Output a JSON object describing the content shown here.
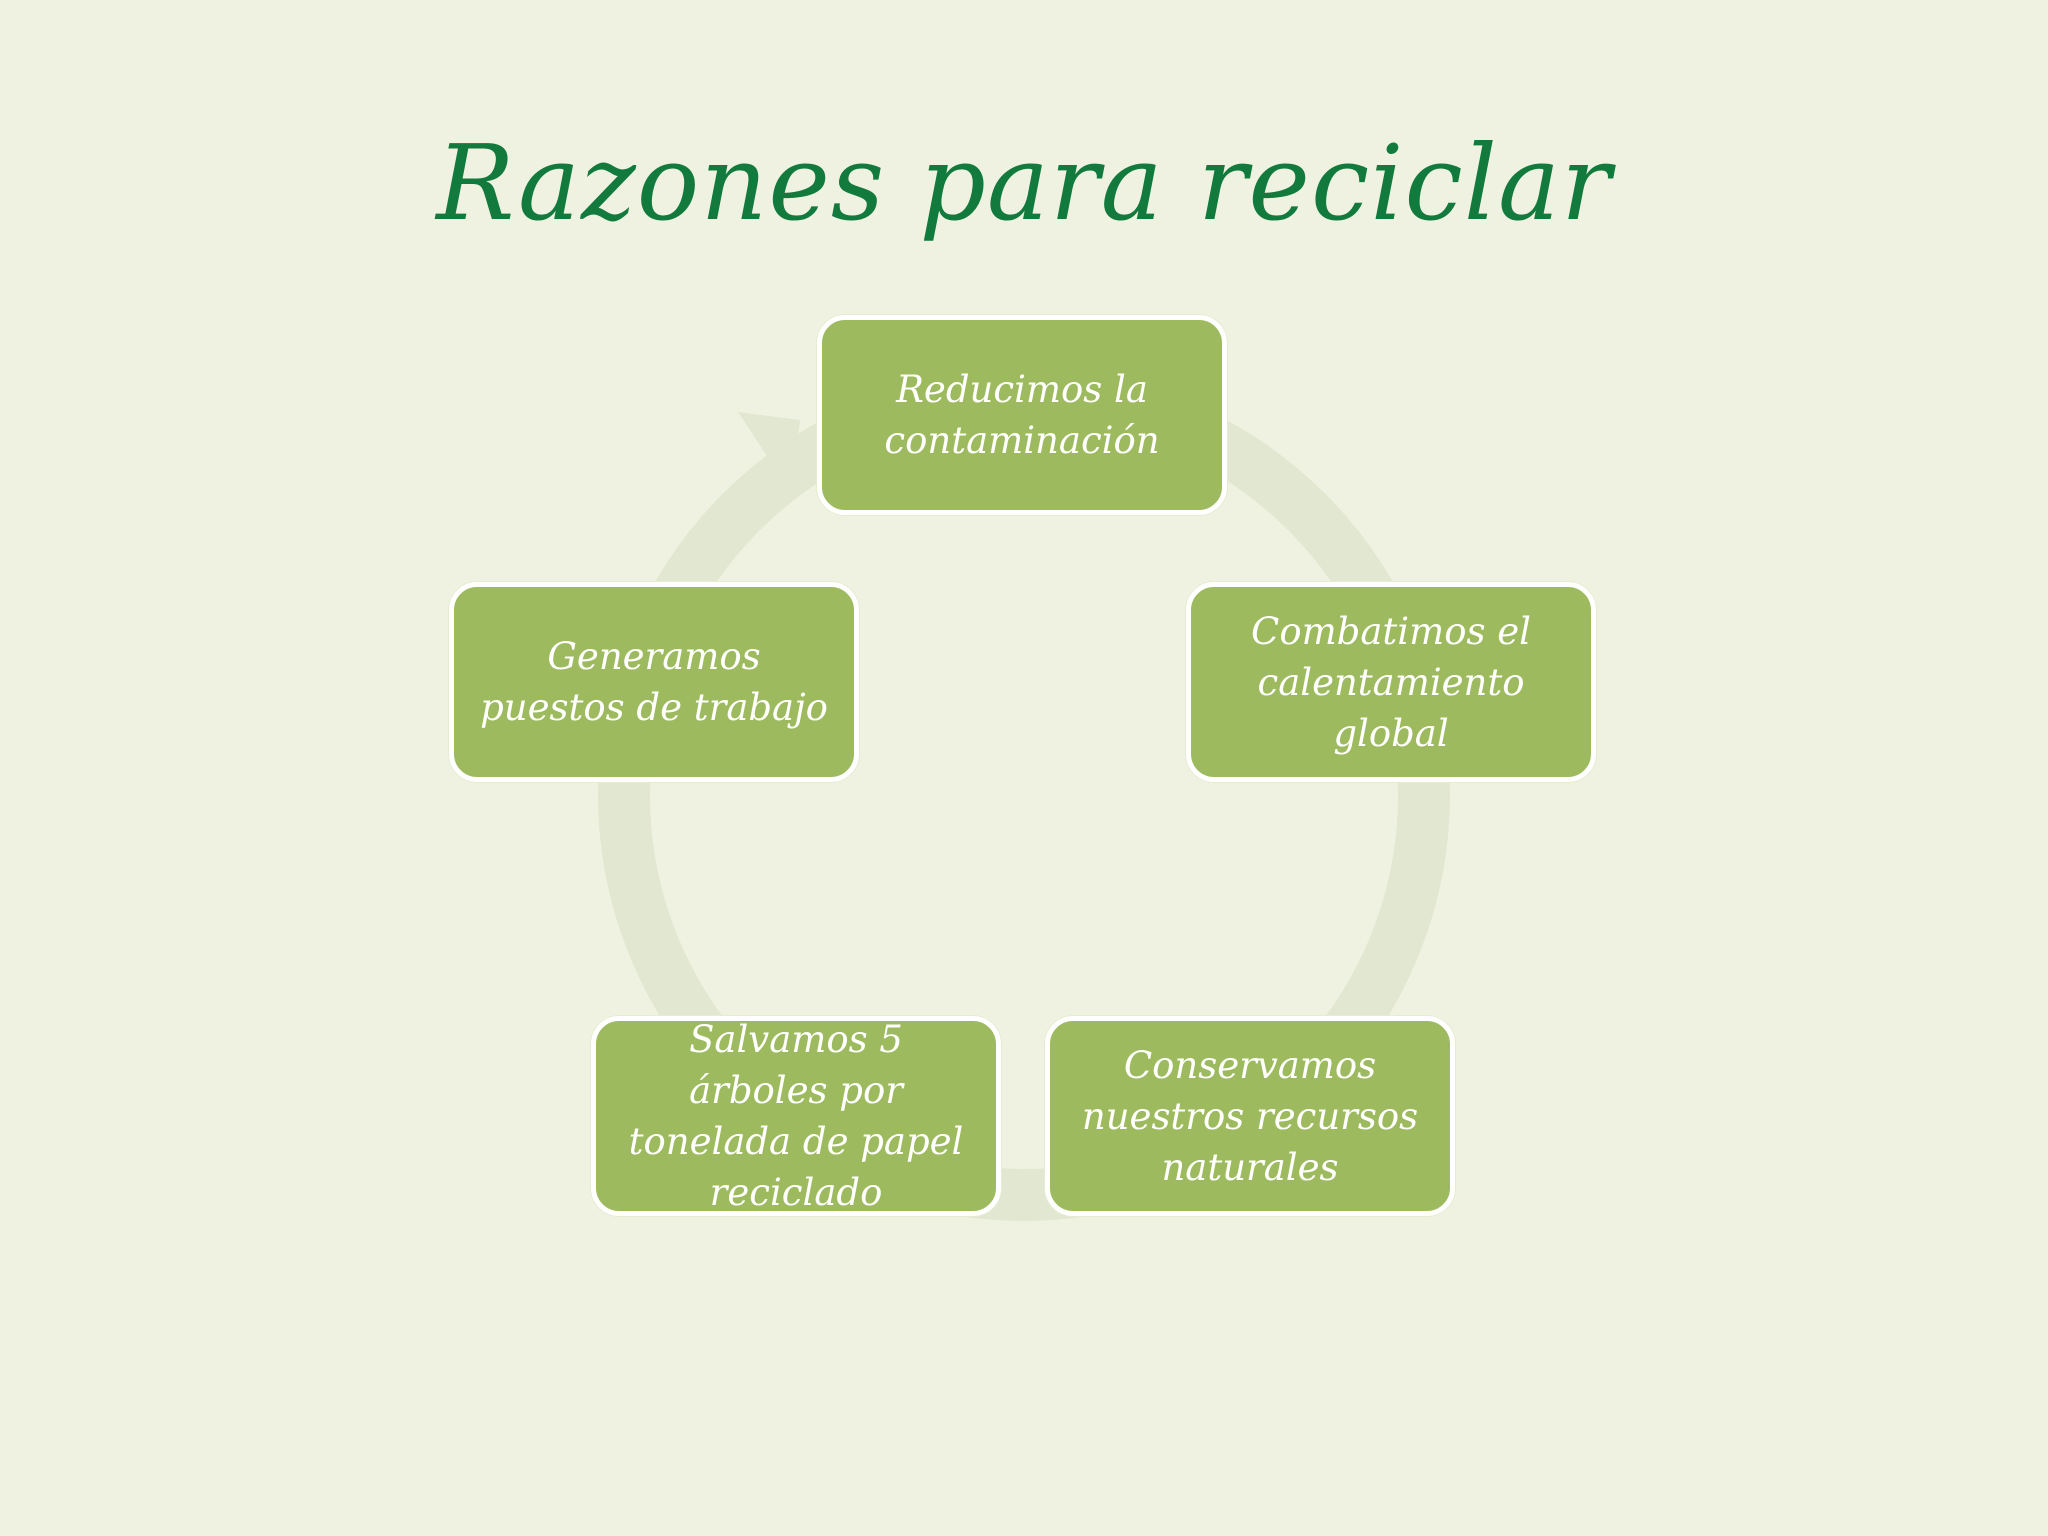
{
  "slide": {
    "title": "Razones para reciclar",
    "colors": {
      "background": "#eff2e1",
      "title": "#127a3c",
      "node_fill": "#9dbb5e",
      "node_border": "#ffffff",
      "ring": "#e1e7d1"
    },
    "cycle": {
      "direction": "clockwise",
      "arrow_icon": "arrowhead-icon",
      "nodes": [
        {
          "label": "Reducimos la contaminación"
        },
        {
          "label": "Combatimos el calentamiento global"
        },
        {
          "label": "Conservamos nuestros recursos naturales"
        },
        {
          "label": "Salvamos 5 árboles por tonelada de papel reciclado"
        },
        {
          "label": "Generamos puestos de trabajo"
        }
      ]
    }
  }
}
